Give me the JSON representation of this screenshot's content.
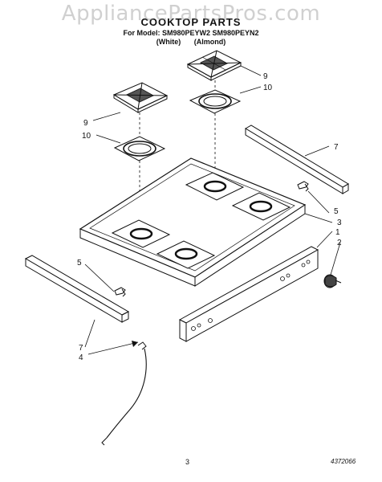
{
  "watermark": "AppliancePartsPros.com",
  "header": {
    "title": "COOKTOP PARTS",
    "model_line": "For Model: SM980PEYW2 SM980PEYN2",
    "variants": "(White) (Almond)"
  },
  "callouts": {
    "c9a": "9",
    "c10a": "10",
    "c9b": "9",
    "c10b": "10",
    "c7a": "7",
    "c5a": "5",
    "c3": "3",
    "c1": "1",
    "c2": "2",
    "c5b": "5",
    "c7b": "7",
    "c4": "4"
  },
  "footer": {
    "page": "3",
    "drawing": "4372066"
  }
}
